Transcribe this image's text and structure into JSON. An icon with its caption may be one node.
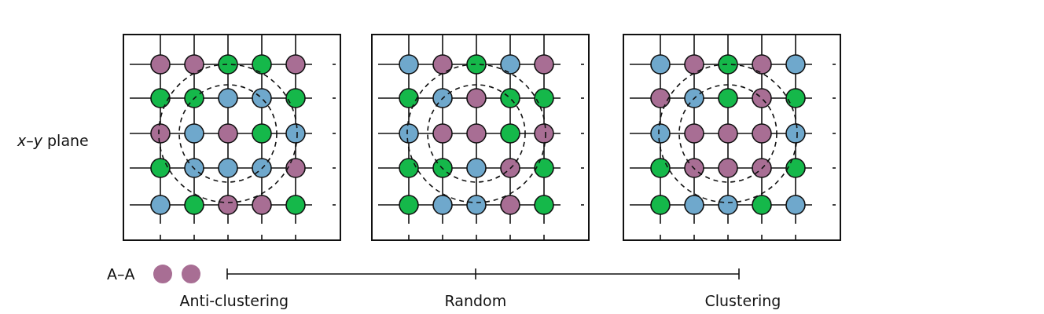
{
  "diagram": {
    "labels": [
      "*x*–*y* plane",
      "A–A",
      "Anti-clustering",
      "Random",
      "Clustering"
    ]
  }
}
